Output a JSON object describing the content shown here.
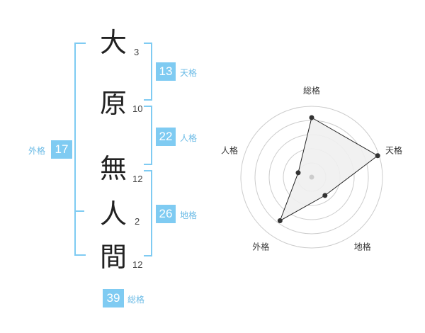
{
  "name_chars": [
    {
      "char": "大",
      "strokes": "3"
    },
    {
      "char": "原",
      "strokes": "10"
    },
    {
      "char": "無",
      "strokes": "12"
    },
    {
      "char": "人",
      "strokes": "2"
    },
    {
      "char": "間",
      "strokes": "12"
    }
  ],
  "fortunes": {
    "tenkaku": {
      "value": "13",
      "label": "天格"
    },
    "jinkaku": {
      "value": "22",
      "label": "人格"
    },
    "chikaku": {
      "value": "26",
      "label": "地格"
    },
    "gaikaku": {
      "value": "17",
      "label": "外格"
    },
    "soukaku": {
      "value": "39",
      "label": "総格"
    }
  },
  "colors": {
    "accent": "#7fcbf2",
    "label": "#6bbbe6",
    "text": "#222222"
  },
  "chart_data": {
    "type": "radar",
    "axes": [
      "総格",
      "天格",
      "地格",
      "外格",
      "人格"
    ],
    "values": [
      4.2,
      4.9,
      1.6,
      3.8,
      1.0
    ],
    "rmax": 5,
    "rings": 5,
    "grid": true
  }
}
